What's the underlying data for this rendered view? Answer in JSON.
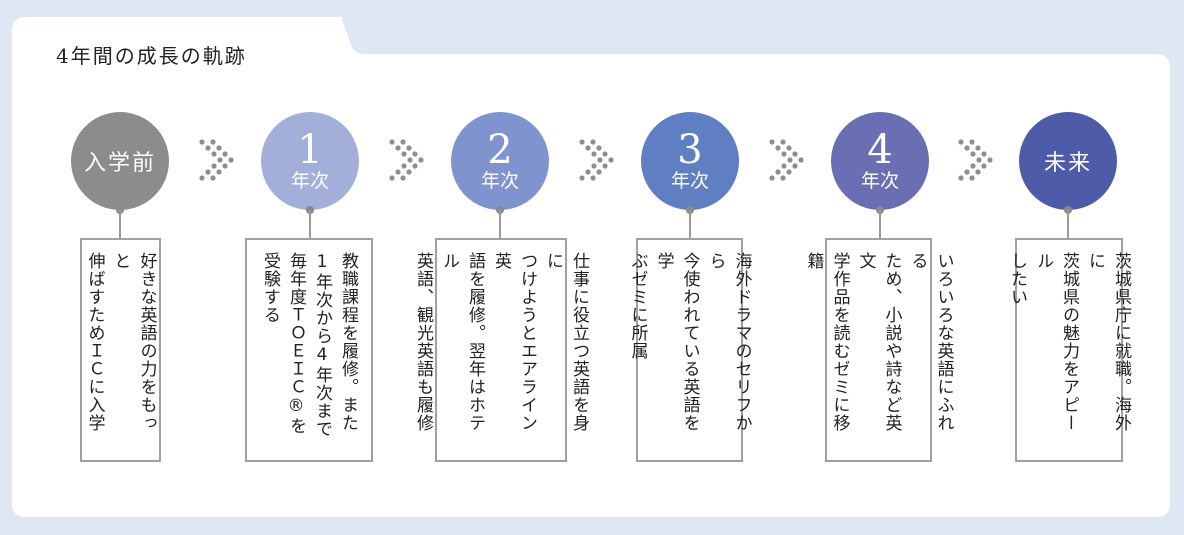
{
  "title": "4年間の成長の軌跡",
  "colors": {
    "background": "#dfe7f4",
    "stage_colors": [
      "#8c8c8a",
      "#a3afd9",
      "#7f93cf",
      "#5f7fc2",
      "#6a6fb3",
      "#4e5ba8"
    ]
  },
  "stages": [
    {
      "word": "入学前",
      "lines": [
        "好きな英語の力をもっと",
        "伸ばすためＩＣに入学"
      ]
    },
    {
      "num": "1",
      "sub": "年次",
      "lines": [
        "教職課程を履修。また",
        "1年次から4年次まで",
        "毎年度ＴＯＥＩＣ®を",
        "受験する"
      ]
    },
    {
      "num": "2",
      "sub": "年次",
      "lines": [
        "仕事に役立つ英語を身に",
        "つけようとエアライン英",
        "語を履修。翌年はホテル",
        "英語、観光英語も履修"
      ]
    },
    {
      "num": "3",
      "sub": "年次",
      "lines": [
        "海外ドラマのセリフから",
        "今使われている英語を学",
        "ぶゼミに所属"
      ]
    },
    {
      "num": "4",
      "sub": "年次",
      "lines": [
        "いろいろな英語にふれる",
        "ため、小説や詩など英文",
        "学作品を読むゼミに移籍"
      ]
    },
    {
      "word": "未来",
      "lines": [
        "茨城県庁に就職。海外に",
        "茨城県の魅力をアピール",
        "したい"
      ]
    }
  ]
}
